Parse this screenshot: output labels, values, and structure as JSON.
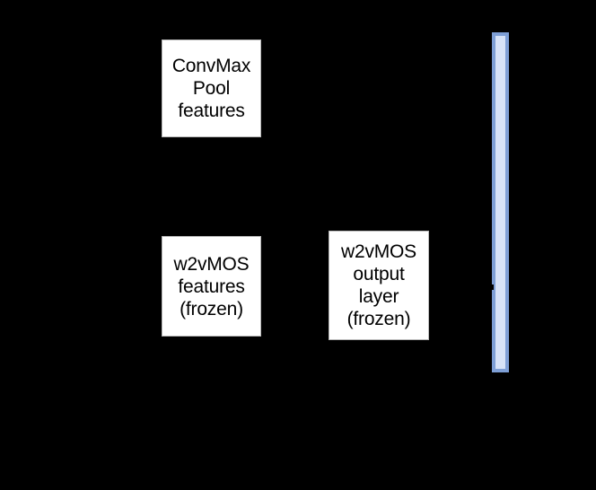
{
  "diagram": {
    "background_color": "#000000",
    "nodes": [
      {
        "id": "convmaxpool-features",
        "lines": [
          "ConvMax",
          "Pool",
          "features"
        ],
        "fill_color": "#ffffff",
        "text_color": "#000000"
      },
      {
        "id": "w2vmos-features-frozen",
        "lines": [
          "w2vMOS",
          "features",
          "(frozen)"
        ],
        "fill_color": "#ffffff",
        "text_color": "#000000"
      },
      {
        "id": "w2vmos-output-layer-frozen",
        "lines": [
          "w2vMOS",
          "output",
          "layer",
          "(frozen)"
        ],
        "fill_color": "#ffffff",
        "text_color": "#000000"
      }
    ],
    "bar": {
      "id": "vertical-bar",
      "fill_color": "#d7e3f8",
      "border_color": "#7e9fd6"
    }
  }
}
